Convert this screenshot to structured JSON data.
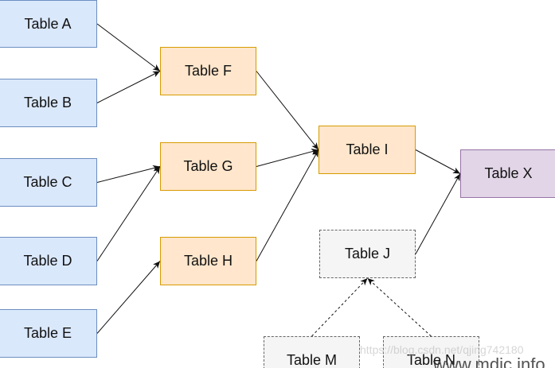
{
  "nodes": {
    "a": "Table A",
    "b": "Table B",
    "c": "Table C",
    "d": "Table D",
    "e": "Table E",
    "f": "Table F",
    "g": "Table G",
    "h": "Table H",
    "i": "Table I",
    "j": "Table J",
    "m": "Table M",
    "n": "Table N",
    "x": "Table X"
  },
  "edges": [
    {
      "from": "a",
      "to": "f",
      "style": "solid"
    },
    {
      "from": "b",
      "to": "f",
      "style": "solid"
    },
    {
      "from": "c",
      "to": "g",
      "style": "solid"
    },
    {
      "from": "d",
      "to": "g",
      "style": "solid"
    },
    {
      "from": "e",
      "to": "h",
      "style": "solid"
    },
    {
      "from": "f",
      "to": "i",
      "style": "solid"
    },
    {
      "from": "g",
      "to": "i",
      "style": "solid"
    },
    {
      "from": "h",
      "to": "i",
      "style": "solid"
    },
    {
      "from": "i",
      "to": "x",
      "style": "solid"
    },
    {
      "from": "j",
      "to": "x",
      "style": "solid"
    },
    {
      "from": "m",
      "to": "j",
      "style": "dashed"
    },
    {
      "from": "n",
      "to": "j",
      "style": "dashed"
    }
  ],
  "colors": {
    "source_fill": "#dae8fc",
    "source_stroke": "#6c8ebf",
    "intermediate_fill": "#ffe6cc",
    "intermediate_stroke": "#d79b00",
    "target_fill": "#e1d5e7",
    "target_stroke": "#9673a6",
    "optional_fill": "#f5f5f5",
    "optional_stroke": "#666666",
    "edge": "#111111"
  },
  "watermark": {
    "url_text": "https://blog.csdn.net/qjing742180",
    "big_text": "www.mdic.info"
  }
}
